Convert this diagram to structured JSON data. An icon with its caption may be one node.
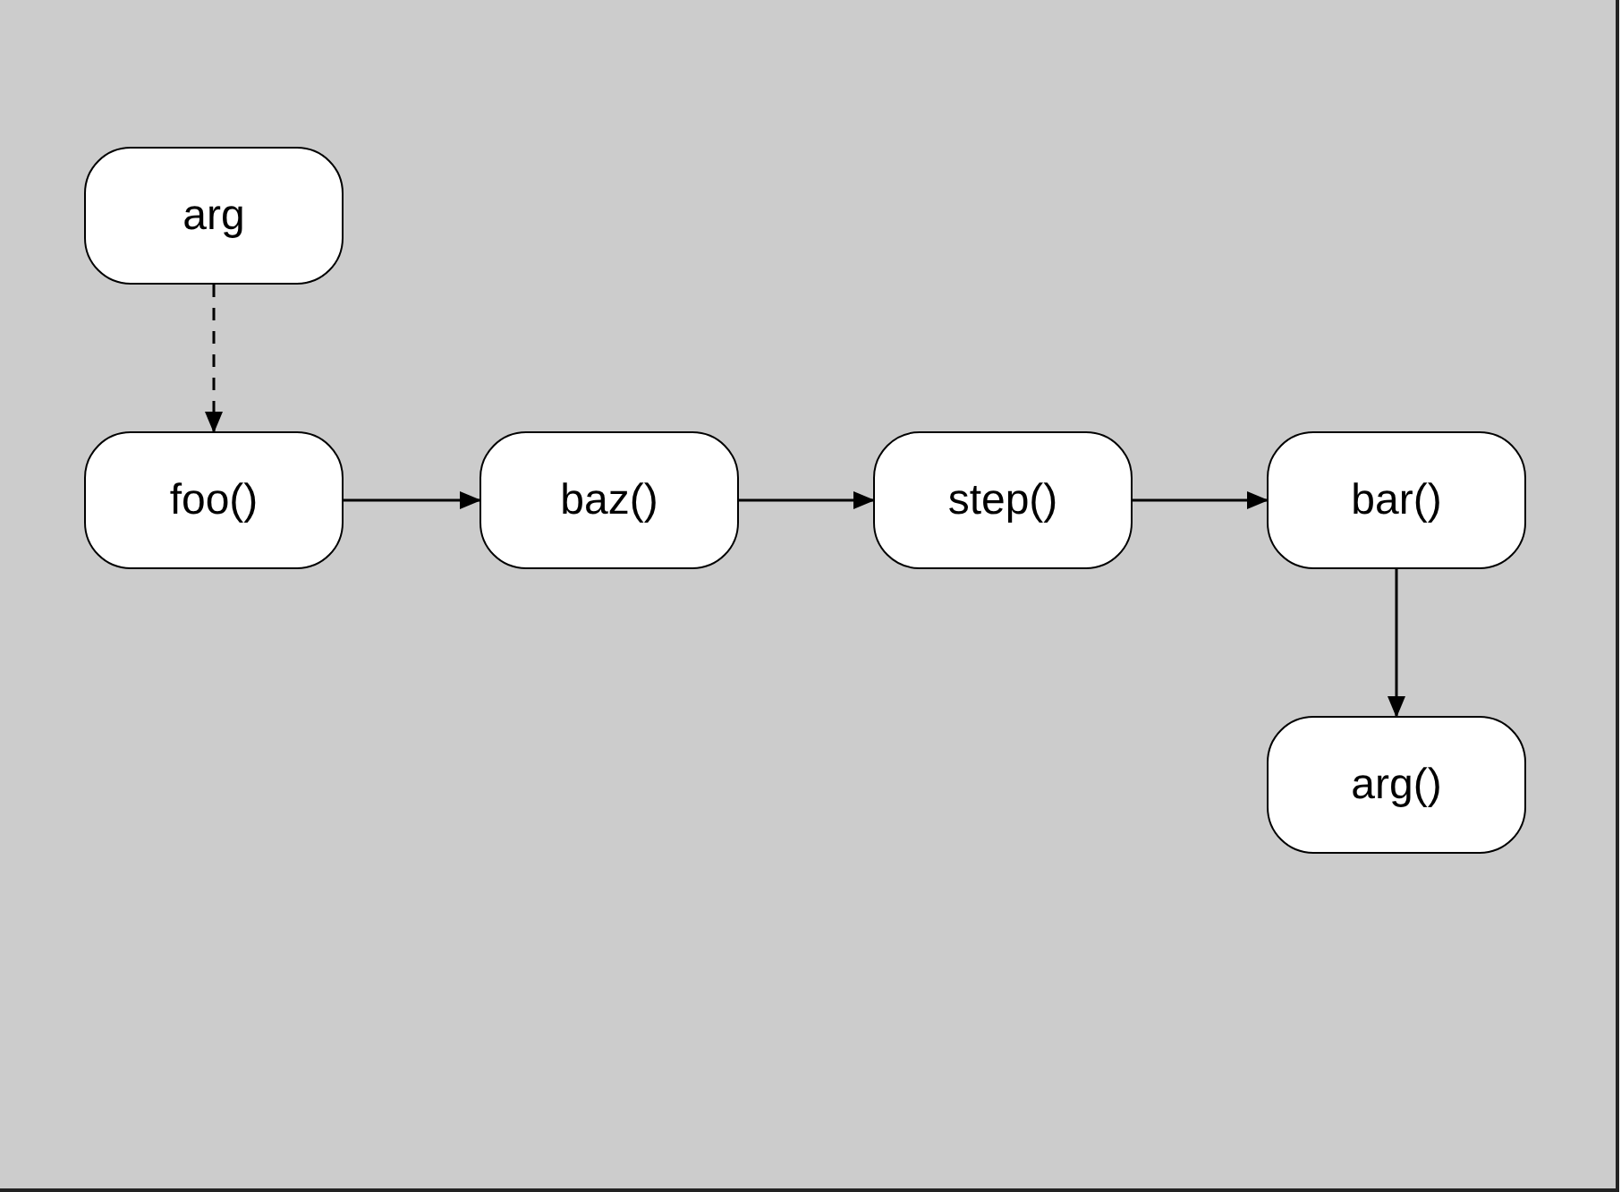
{
  "diagram": {
    "nodes": [
      {
        "text": [
          "arg"
        ]
      },
      {
        "text": [
          "foo()"
        ]
      },
      {
        "text": [
          "baz()"
        ]
      },
      {
        "text": [
          "step()"
        ]
      },
      {
        "text": [
          "bar()"
        ]
      },
      {
        "text": [
          "arg()"
        ]
      }
    ],
    "edges": [
      {
        "from": 0,
        "to": 1,
        "arrow": "to",
        "style": "dashed"
      },
      {
        "from": 1,
        "to": 2,
        "arrow": "to"
      },
      {
        "from": 2,
        "to": 3,
        "arrow": "to"
      },
      {
        "from": 3,
        "to": 4,
        "arrow": "to"
      },
      {
        "from": 4,
        "to": 5,
        "arrow": "to"
      }
    ]
  }
}
